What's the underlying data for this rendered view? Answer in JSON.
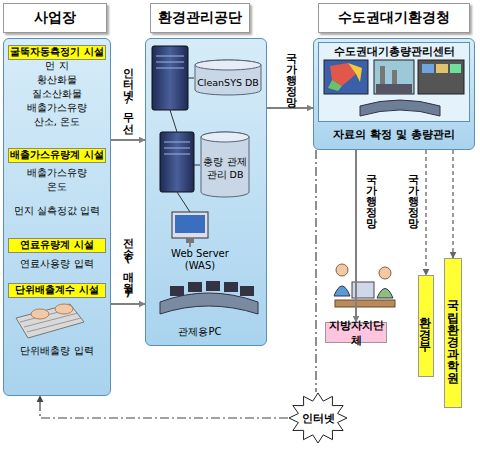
{
  "diagram": {
    "nodes": [
      {
        "text": [
          "사업장"
        ]
      },
      {
        "text": [
          "먼 지",
          "황산화물",
          "질소산화물",
          "배출가스유량",
          "산소, 온도",
          "배출가스유량",
          "온도",
          "먼지 실측정값 입력",
          "연료사용량 입력",
          "단위배출량 입력"
        ]
      },
      {
        "text": [
          "굴뚝자동측정기 시설"
        ],
        "in": 1
      },
      {
        "text": [
          "배출가스유량계 시설"
        ],
        "in": 1
      },
      {
        "text": [
          "연료유량계 시설"
        ],
        "in": 1
      },
      {
        "text": [
          "단위배출계수 시설"
        ],
        "in": 1
      },
      {
        "text": [
          "환경관리공단"
        ]
      },
      {
        "text": [
          "Web Server (WAS)",
          "관제용PC"
        ]
      },
      {
        "text": [
          "CleanSYS DB"
        ],
        "in": 7
      },
      {
        "text": [
          "총량 관제관리 DB"
        ],
        "in": 7
      },
      {
        "text": [
          "수도권대기환경청"
        ]
      },
      {
        "text": [
          "자료의 확정 및 총량관리"
        ]
      },
      {
        "text": [
          "수도권대기총량관리센터"
        ],
        "in": 11
      },
      {
        "text": [
          "지방자치단체"
        ]
      },
      {
        "text": [
          "환경부"
        ]
      },
      {
        "text": [
          "국립환경과학원"
        ]
      },
      {
        "text": [
          "인터넷"
        ]
      }
    ],
    "edges": [
      {
        "from": 1,
        "to": 7,
        "arrow": "to",
        "label": "인터넷/무선"
      },
      {
        "from": 1,
        "to": 7,
        "arrow": "to",
        "label": "전송(매월)"
      },
      {
        "from": 7,
        "to": 11,
        "arrow": "to",
        "label": "국가행정망"
      },
      {
        "from": 11,
        "to": 13,
        "arrow": "to",
        "label": "국가행정망"
      },
      {
        "from": 11,
        "to": 14,
        "arrow": "to",
        "label": "국가행정망"
      },
      {
        "from": 11,
        "to": 15,
        "arrow": "to"
      },
      {
        "from": 11,
        "to": 16,
        "arrow": "none"
      },
      {
        "from": 16,
        "to": 1,
        "arrow": "to"
      }
    ]
  }
}
